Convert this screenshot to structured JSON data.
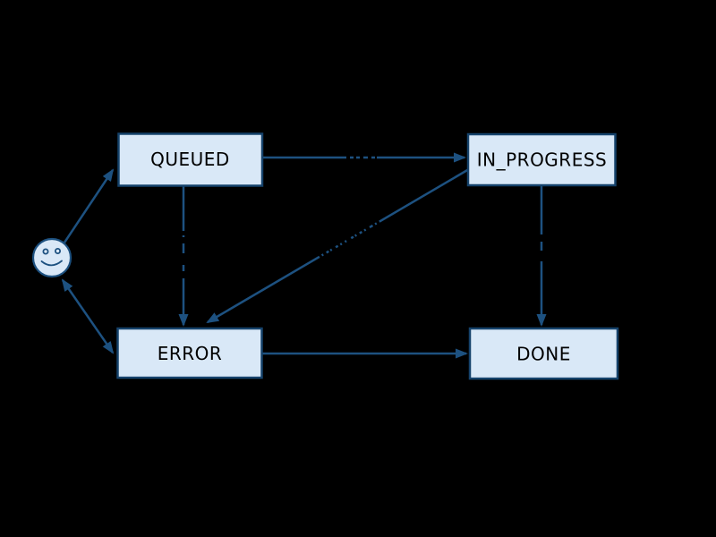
{
  "diagram": {
    "type": "state-diagram",
    "background_color": "#000000",
    "node_fill_color": "#d9e8f7",
    "node_border_color": "#15426b",
    "edge_color": "#1d5180",
    "node_text_color": "#000000",
    "edge_label_text_color": "#000000",
    "nodes": {
      "queued": {
        "label": "QUEUED"
      },
      "in_progress": {
        "label": "IN_PROGRESS"
      },
      "error": {
        "label": "ERROR"
      },
      "done": {
        "label": "DONE"
      },
      "actor": {
        "label": "",
        "shape": "smiley-face"
      }
    },
    "edges": [
      {
        "from": "actor",
        "to": "queued",
        "arrows": "forward"
      },
      {
        "from": "queued",
        "to": "in_progress",
        "arrows": "forward",
        "hidden_label": true
      },
      {
        "from": "queued",
        "to": "error",
        "arrows": "forward",
        "hidden_label": true
      },
      {
        "from": "in_progress",
        "to": "error",
        "arrows": "forward",
        "hidden_label": true
      },
      {
        "from": "in_progress",
        "to": "done",
        "arrows": "forward",
        "hidden_label": true
      },
      {
        "from": "error",
        "to": "done",
        "arrows": "forward"
      },
      {
        "from": "error",
        "to": "actor",
        "arrows": "both"
      }
    ]
  }
}
